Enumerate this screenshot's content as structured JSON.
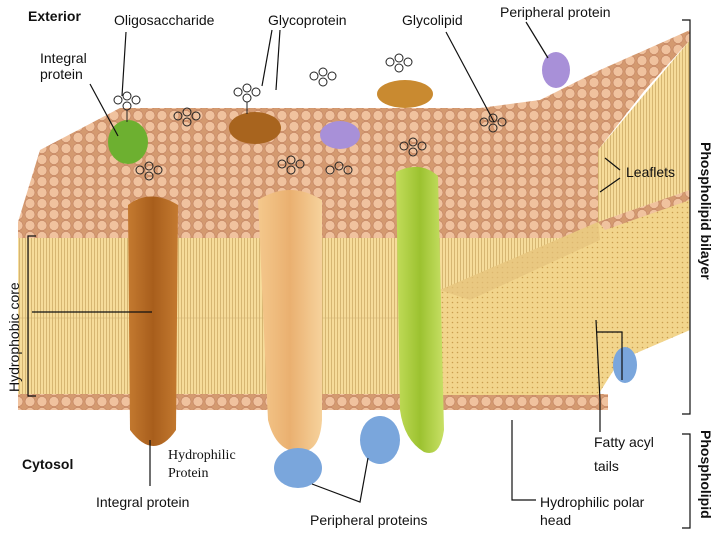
{
  "labels": {
    "exterior": "Exterior",
    "oligosaccharide": "Oligosaccharide",
    "glycoprotein": "Glycoprotein",
    "glycolipid": "Glycolipid",
    "peripheral_protein": "Peripheral protein",
    "integral_protein_top_line1": "Integral",
    "integral_protein_top_line2": "protein",
    "leaflets": "Leaflets",
    "hydrophobic_core": "Hydrophobic core",
    "phospholipid_bilayer": "Phospholipid  bilayer",
    "phospholipid": "Phospholipid",
    "cytosol": "Cytosol",
    "hydrophilic_protein_line1": "Hydrophilic",
    "hydrophilic_protein_line2": "Protein",
    "integral_protein_bottom": "Integral protein",
    "peripheral_proteins": "Peripheral proteins",
    "fatty_acyl_tails_line1": "Fatty acyl",
    "fatty_acyl_tails_line2": "tails",
    "hydrophilic_polar_head_line1": "Hydrophilic polar",
    "hydrophilic_polar_head_line2": "head"
  },
  "colors": {
    "head": "#e8b48c",
    "tail": "#f6dc9a",
    "integral_brown": "#b0641e",
    "integral_tan": "#f0be80",
    "integral_green": "#a8cc3a",
    "protein_green": "#6db030",
    "protein_purple": "#a890d8",
    "protein_blue": "#7aa6dc",
    "glyco_brown": "#a8641e"
  }
}
